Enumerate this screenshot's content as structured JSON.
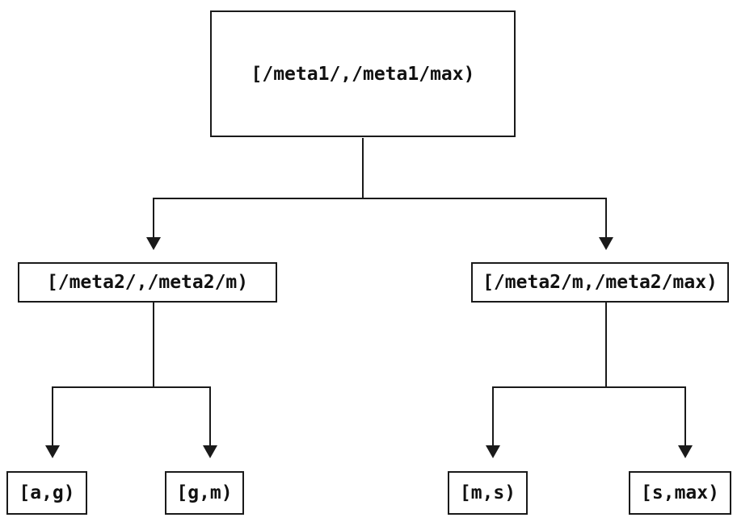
{
  "diagram": {
    "root": {
      "label": "[/meta1/,/meta1/max)"
    },
    "level2": [
      {
        "label": "[/meta2/,/meta2/m)"
      },
      {
        "label": "[/meta2/m,/meta2/max)"
      }
    ],
    "leaves": [
      {
        "label": "[a,g)"
      },
      {
        "label": "[g,m)"
      },
      {
        "label": "[m,s)"
      },
      {
        "label": "[s,max)"
      }
    ],
    "colors": {
      "line": "#1a1a1a",
      "background": "#ffffff",
      "text": "#111111"
    }
  }
}
